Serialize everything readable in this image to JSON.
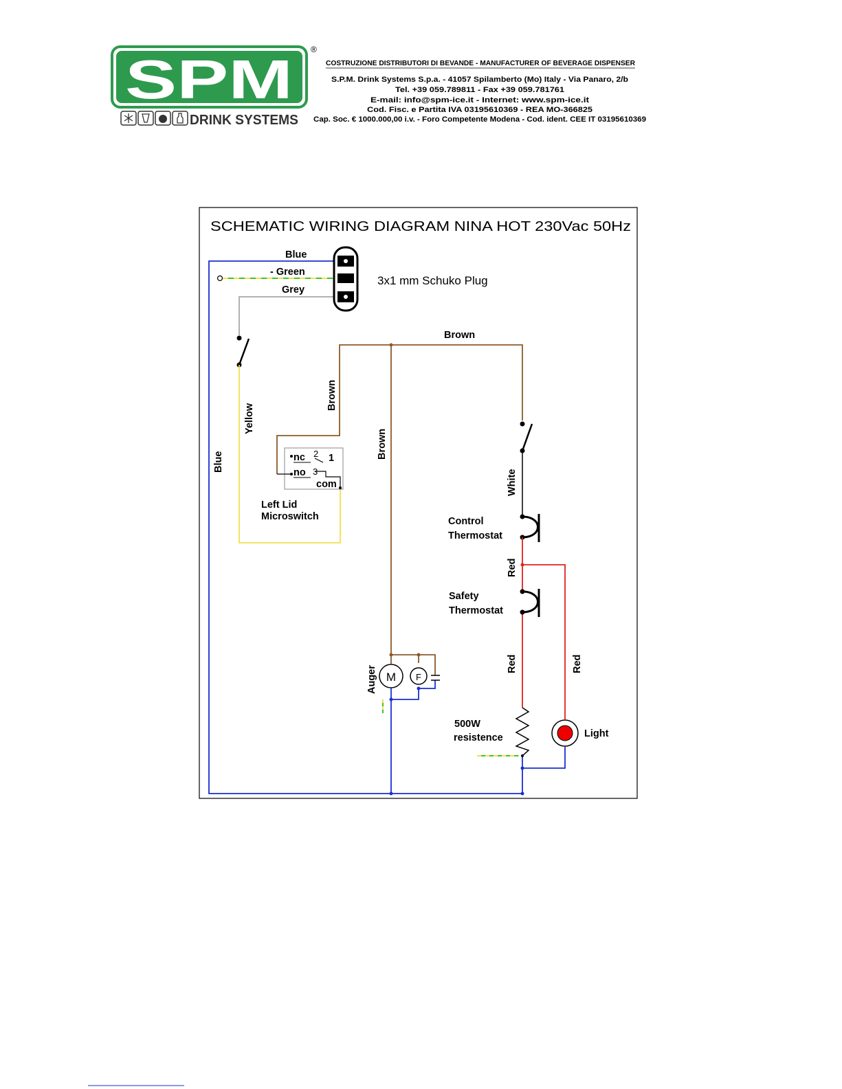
{
  "header": {
    "logo_text": "SPM",
    "logo_registered": "®",
    "brand_subline": "DRINK SYSTEMS",
    "logo_icons": [
      "snowflake-icon",
      "glass-icon",
      "cup-icon",
      "bottle-icon"
    ],
    "brand_color": "#2e9a4e",
    "company_lines": [
      "COSTRUZIONE DISTRIBUTORI DI BEVANDE - MANUFACTURER OF BEVERAGE DISPENSER",
      "S.P.M. Drink Systems S.p.a. - 41057 Spilamberto (Mo) Italy - Via Panaro, 2/b",
      "Tel. +39 059.789811 - Fax +39 059.781761",
      "E-mail: info@spm-ice.it - Internet: www.spm-ice.it",
      "Cod. Fisc. e Partita IVA 03195610369 - REA MO-366825",
      "Cap. Soc. € 1000.000,00 i.v. - Foro Competente Modena - Cod. ident. CEE IT 03195610369"
    ]
  },
  "diagram": {
    "title": "SCHEMATIC WIRING DIAGRAM  NINA HOT   230Vac 50Hz",
    "plug_label": "3x1 mm Schuko Plug",
    "wire_labels": {
      "blue_top": "Blue",
      "green": "- Green",
      "grey": "Grey",
      "brown_top": "Brown",
      "brown_left": "Brown",
      "brown_center": "Brown",
      "yellow": "Yellow",
      "blue_left": "Blue",
      "white": "White",
      "red_upper": "Red",
      "red_lower": "Red",
      "red_right": "Red"
    },
    "microswitch": {
      "nc": "nc",
      "no": "no",
      "com": "com",
      "pin1": "1",
      "pin2": "2",
      "pin3": "3",
      "label_line1": "Left Lid",
      "label_line2": "Microswitch"
    },
    "components": {
      "control_line1": "Control",
      "control_line2": "Thermostat",
      "safety_line1": "Safety",
      "safety_line2": "Thermostat",
      "motor_symbol": "M",
      "fan_symbol": "F",
      "auger": "Auger",
      "resistance_line1": "500W",
      "resistance_line2": "resistence",
      "light": "Light"
    },
    "wire_colors": {
      "blue": "#1a2fd0",
      "brown": "#8b5a2b",
      "grey": "#a8a8a8",
      "yellow": "#f0e04a",
      "green": "#3cc23c",
      "red": "#e02020",
      "black": "#000000",
      "lamp": "#ee0000"
    }
  }
}
